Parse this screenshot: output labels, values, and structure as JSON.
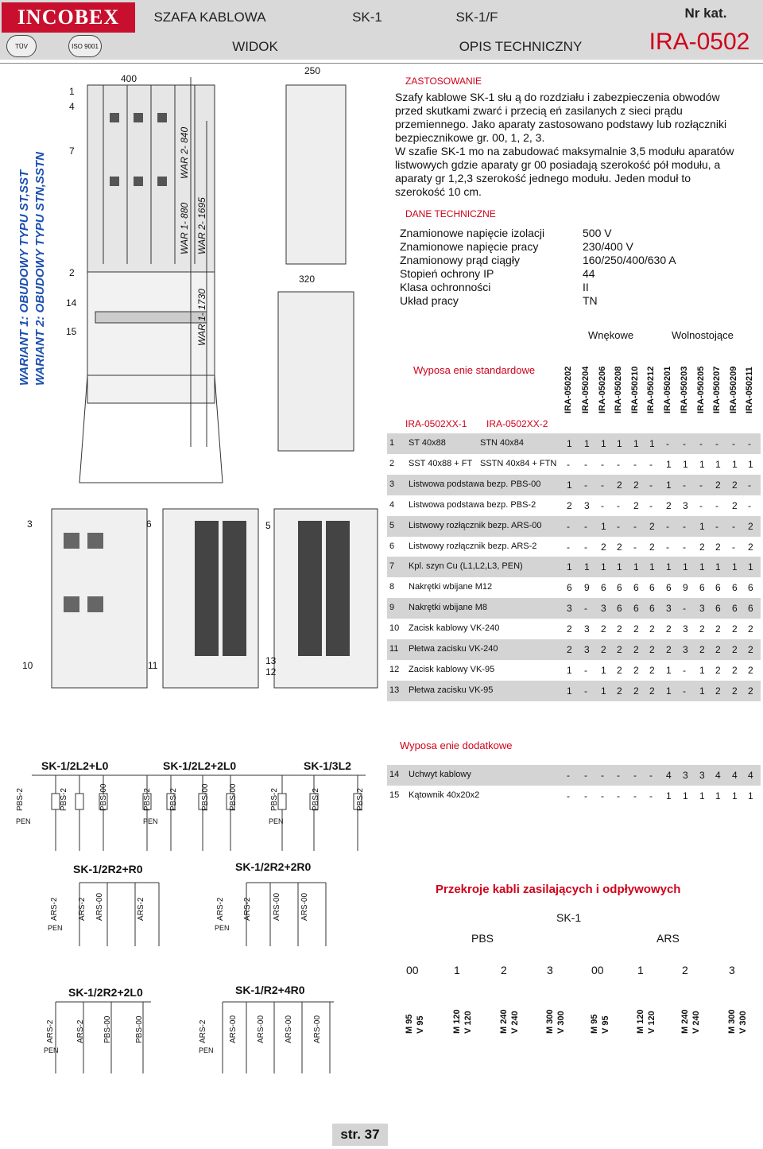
{
  "header": {
    "brand": "INCOBEX",
    "cert1": "TÜV",
    "cert2": "ISO 9001",
    "product": "SZAFA KABLOWA",
    "variant1": "SK-1",
    "variant2": "SK-1/F",
    "nr_kat_label": "Nr kat.",
    "view_label": "WIDOK",
    "desc_label": "OPIS TECHNICZNY",
    "catalog_number": "IRA-0502"
  },
  "variants": {
    "line1": "WARIANT 1: OBUDOWY TYPU ST,SST",
    "line2": "WARIANT 2: OBUDOWY TYPU STN,SSTN"
  },
  "drawing": {
    "width_top": "400",
    "width_side_top": "250",
    "width_side_mid": "320",
    "war1_880": "WAR 1- 880",
    "war2_840": "WAR 2- 840",
    "war1_1730": "WAR 1- 1730",
    "war2_1695": "WAR 2- 1695",
    "labels_left": [
      "1",
      "4",
      "7",
      "2",
      "14",
      "15"
    ],
    "labels_bottom": [
      "3",
      "6",
      "5",
      "10",
      "11",
      "13",
      "12"
    ]
  },
  "description": {
    "section1": "ZASTOSOWANIE",
    "lines1": [
      "Szafy kablowe SK-1  słu  ą do rozdziału i zabezpieczenia obwodów",
      "przed skutkami zwarć i przecią  eń zasilanych z sieci prądu",
      "przemiennego. Jako aparaty zastosowano podstawy lub rozłączniki",
      "bezpiecznikowe gr. 00, 1, 2, 3.",
      "W szafie SK-1 mo  na zabudować maksymalnie 3,5 modułu aparatów",
      "listwowych gdzie aparaty gr 00 posiadają szerokość pół modułu, a",
      "aparaty gr 1,2,3 szerokość jednego modułu. Jeden moduł to",
      "szerokość 10 cm."
    ],
    "section2": "DANE TECHNICZNE",
    "tech": [
      {
        "k": "Znamionowe napięcie izolacji",
        "v": "500 V"
      },
      {
        "k": "Znamionowe napięcie pracy",
        "v": "230/400 V"
      },
      {
        "k": "Znamionowy prąd ciągły",
        "v": "160/250/400/630 A"
      },
      {
        "k": "Stopień ochrony IP",
        "v": "44"
      },
      {
        "k": "Klasa ochronności",
        "v": "II"
      },
      {
        "k": "Układ pracy",
        "v": "TN"
      }
    ]
  },
  "table": {
    "group1": "Wnękowe",
    "group2": "Wolnostojące",
    "std_title": "Wyposa  enie standardowe",
    "col_a": "IRA-0502XX-1",
    "col_b": "IRA-0502XX-2",
    "codes": [
      "IRA-050202",
      "IRA-050204",
      "IRA-050206",
      "IRA-050208",
      "IRA-050210",
      "IRA-050212",
      "IRA-050201",
      "IRA-050203",
      "IRA-050205",
      "IRA-050207",
      "IRA-050209",
      "IRA-050211"
    ],
    "rows": [
      {
        "n": "1",
        "a": "ST 40x88",
        "b": "STN 40x84",
        "v": [
          "1",
          "1",
          "1",
          "1",
          "1",
          "1",
          "-",
          "-",
          "-",
          "-",
          "-",
          "-"
        ]
      },
      {
        "n": "2",
        "a": "SST 40x88 + FT",
        "b": "SSTN 40x84 + FTN",
        "v": [
          "-",
          "-",
          "-",
          "-",
          "-",
          "-",
          "1",
          "1",
          "1",
          "1",
          "1",
          "1"
        ]
      },
      {
        "n": "3",
        "a": "Listwowa podstawa bezp. PBS-00",
        "b": "",
        "v": [
          "1",
          "-",
          "-",
          "2",
          "2",
          "-",
          "1",
          "-",
          "-",
          "2",
          "2",
          "-"
        ]
      },
      {
        "n": "4",
        "a": "Listwowa podstawa bezp. PBS-2",
        "b": "",
        "v": [
          "2",
          "3",
          "-",
          "-",
          "2",
          "-",
          "2",
          "3",
          "-",
          "-",
          "2",
          "-"
        ]
      },
      {
        "n": "5",
        "a": "Listwowy rozłącznik bezp. ARS-00",
        "b": "",
        "v": [
          "-",
          "-",
          "1",
          "-",
          "-",
          "2",
          "-",
          "-",
          "1",
          "-",
          "-",
          "2"
        ]
      },
      {
        "n": "6",
        "a": "Listwowy rozłącznik bezp. ARS-2",
        "b": "",
        "v": [
          "-",
          "-",
          "2",
          "2",
          "-",
          "2",
          "-",
          "-",
          "2",
          "2",
          "-",
          "2"
        ]
      },
      {
        "n": "7",
        "a": "Kpl. szyn Cu (L1,L2,L3, PEN)",
        "b": "",
        "v": [
          "1",
          "1",
          "1",
          "1",
          "1",
          "1",
          "1",
          "1",
          "1",
          "1",
          "1",
          "1"
        ]
      },
      {
        "n": "8",
        "a": "Nakrętki wbijane M12",
        "b": "",
        "v": [
          "6",
          "9",
          "6",
          "6",
          "6",
          "6",
          "6",
          "9",
          "6",
          "6",
          "6",
          "6"
        ]
      },
      {
        "n": "9",
        "a": "Nakrętki wbijane M8",
        "b": "",
        "v": [
          "3",
          "-",
          "3",
          "6",
          "6",
          "6",
          "3",
          "-",
          "3",
          "6",
          "6",
          "6"
        ]
      },
      {
        "n": "10",
        "a": "Zacisk kablowy VK-240",
        "b": "",
        "v": [
          "2",
          "3",
          "2",
          "2",
          "2",
          "2",
          "2",
          "3",
          "2",
          "2",
          "2",
          "2"
        ]
      },
      {
        "n": "11",
        "a": "Płetwa zacisku VK-240",
        "b": "",
        "v": [
          "2",
          "3",
          "2",
          "2",
          "2",
          "2",
          "2",
          "3",
          "2",
          "2",
          "2",
          "2"
        ]
      },
      {
        "n": "12",
        "a": "Zacisk kablowy VK-95",
        "b": "",
        "v": [
          "1",
          "-",
          "1",
          "2",
          "2",
          "2",
          "1",
          "-",
          "1",
          "2",
          "2",
          "2"
        ]
      },
      {
        "n": "13",
        "a": "Płetwa zacisku VK-95",
        "b": "",
        "v": [
          "1",
          "-",
          "1",
          "2",
          "2",
          "2",
          "1",
          "-",
          "1",
          "2",
          "2",
          "2"
        ]
      }
    ],
    "extra_title": "Wyposa  enie dodatkowe",
    "extra_rows": [
      {
        "n": "14",
        "a": "Uchwyt kablowy",
        "v": [
          "-",
          "-",
          "-",
          "-",
          "-",
          "-",
          "4",
          "3",
          "3",
          "4",
          "4",
          "4"
        ]
      },
      {
        "n": "15",
        "a": "Kątownik 40x20x2",
        "v": [
          "-",
          "-",
          "-",
          "-",
          "-",
          "-",
          "1",
          "1",
          "1",
          "1",
          "1",
          "1"
        ]
      }
    ]
  },
  "schematics": {
    "t1": "SK-1/2L2+L0",
    "t2": "SK-1/2L2+2L0",
    "t3": "SK-1/3L2",
    "t4": "SK-1/2R2+R0",
    "t5": "SK-1/2R2+2R0",
    "t6": "SK-1/2R2+2L0",
    "t7": "SK-1/R2+4R0",
    "pen": "PEN",
    "row1": [
      "PBS-2",
      "PBS-2",
      "PBS-00",
      "PBS-2",
      "PBS-2",
      "PBS-00",
      "PBS-00",
      "PBS-2",
      "PBS-2",
      "PBS-2"
    ],
    "row2": [
      "ARS-2",
      "ARS-2",
      "ARS-00",
      "ARS-2",
      "ARS-2",
      "ARS-2",
      "ARS-00",
      "ARS-00"
    ],
    "row3": [
      "ARS-2",
      "ARS-2",
      "PBS-00",
      "PBS-00",
      "ARS-2",
      "ARS-00",
      "ARS-00",
      "ARS-00",
      "ARS-00"
    ]
  },
  "cables": {
    "title": "Przekroje kabli zasilających i odpływowych",
    "model": "SK-1",
    "pbs": "PBS",
    "ars": "ARS",
    "groups": [
      "00",
      "1",
      "2",
      "3",
      "00",
      "1",
      "2",
      "3"
    ],
    "sizes": [
      [
        "M 95",
        "V 95"
      ],
      [
        "M 120",
        "V 120"
      ],
      [
        "M 240",
        "V 240"
      ],
      [
        "M 300",
        "V 300"
      ],
      [
        "M 95",
        "V 95"
      ],
      [
        "M 120",
        "V 120"
      ],
      [
        "M 240",
        "V 240"
      ],
      [
        "M 300",
        "V 300"
      ]
    ]
  },
  "footer": {
    "page": "str. 37"
  }
}
